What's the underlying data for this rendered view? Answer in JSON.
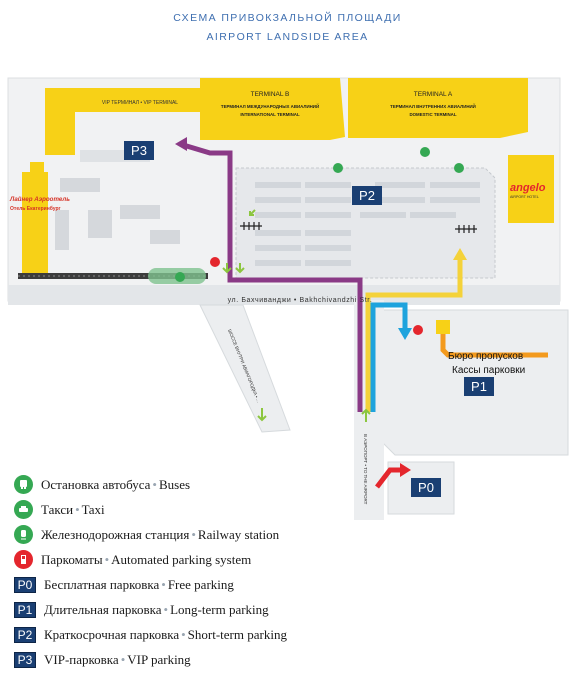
{
  "title": {
    "line1": "СХЕМА ПРИВОКЗАЛЬНОЙ ПЛОЩАДИ",
    "line2": "AIRPORT LANDSIDE AREA"
  },
  "map": {
    "terminal_b": {
      "name": "TERMINAL B",
      "line_ru": "ТЕРМИНАЛ МЕЖДУНАРОДНЫХ АВИАЛИНИЙ",
      "line_en": "INTERNATIONAL TERMINAL"
    },
    "terminal_a": {
      "name": "TERMINAL A",
      "line_ru": "ТЕРМИНАЛ ВНУТРЕННИХ АВИАЛИНИЙ",
      "line_en": "DOMESTIC TERMINAL"
    },
    "vip_terminal": "VIP ТЕРМИНАЛ • VIP TERMINAL",
    "street_label": "ул. Бахчиванджи • Bakhchivandzhi Str.",
    "diagonal_road": "ШОССЕ ВНУТРИ АВИАГОРОДКА • ...",
    "to_airport": "В АЭРОПОРТ • TO THE AIRPORT",
    "hotel": {
      "name": "Лайнер Аэроотель",
      "sub": "Отель Екатеринбург"
    },
    "angelo": {
      "name": "angelo",
      "sub": "AIRPORT HOTEL"
    },
    "pass_office": "Бюро пропусков",
    "parking_cashier": "Кассы парковки",
    "parking_labels": {
      "p0": "P0",
      "p1": "P1",
      "p2": "P2",
      "p3": "P3"
    }
  },
  "legend": {
    "sep": "•",
    "items": [
      {
        "ru": "Остановка автобуса",
        "en": "Buses",
        "icon": "bus-icon"
      },
      {
        "ru": "Такси",
        "en": "Taxi",
        "icon": "taxi-icon"
      },
      {
        "ru": "Железнодорожная станция",
        "en": "Railway station",
        "icon": "train-icon"
      },
      {
        "ru": "Паркоматы",
        "en": "Automated parking system",
        "icon": "parking-machine-icon"
      },
      {
        "code": "P0",
        "ru": "Бесплатная парковка",
        "en": "Free parking"
      },
      {
        "code": "P1",
        "ru": "Длительная парковка",
        "en": "Long-term parking"
      },
      {
        "code": "P2",
        "ru": "Краткосрочная парковка",
        "en": "Short-term parking"
      },
      {
        "code": "P3",
        "ru": "VIP-парковка",
        "en": "VIP parking"
      }
    ]
  },
  "colors": {
    "background": "#f2f3f4",
    "terminal": "#f7d117",
    "route_purple": "#8a3a86",
    "route_blue": "#1ea3dd",
    "route_yellow": "#f4d23a",
    "route_red": "#e4262d",
    "route_orange": "#f39a1e",
    "green": "#35a853",
    "parking_navy": "#1a3f73",
    "title_blue": "#3f6fb0"
  }
}
